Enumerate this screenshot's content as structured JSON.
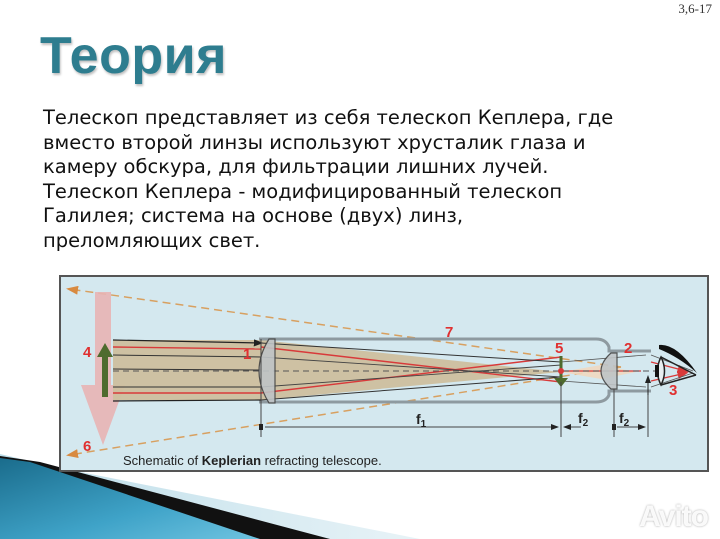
{
  "slide": {
    "number": "3,6-17",
    "title": "Теория",
    "body_lines": [
      "Телескоп представляет из себя телескоп Кеплера, где",
      "вместо второй линзы используют хрусталик глаза и",
      "камеру обскура, для фильтрации лишних лучей.",
      "Телескоп Кеплера - модифицированный телескоп",
      "Галилея; система на основе (двух) линз,",
      "преломляющих свет."
    ]
  },
  "diagram": {
    "caption_prefix": "Schematic of ",
    "caption_bold": "Keplerian",
    "caption_suffix": " refracting telescope.",
    "labels": {
      "l1": "1",
      "l2": "2",
      "l3": "3",
      "l4": "4",
      "l5": "5",
      "l6": "6",
      "l7": "7",
      "f1": "f",
      "f1_sub": "1",
      "f2a": "f",
      "f2a_sub": "2",
      "f2b": "f",
      "f2b_sub": "2"
    },
    "colors": {
      "background": "#d4e8ef",
      "beam": "#cdbf9e",
      "ray_red": "#d83a3a",
      "label_red": "#e03030",
      "tube": "#8e9aa0",
      "arrow_pink": "#e8b4b4",
      "arrow_green": "#4e6b2e",
      "dashed_orange": "#d8a060"
    }
  },
  "watermark": "Avito"
}
